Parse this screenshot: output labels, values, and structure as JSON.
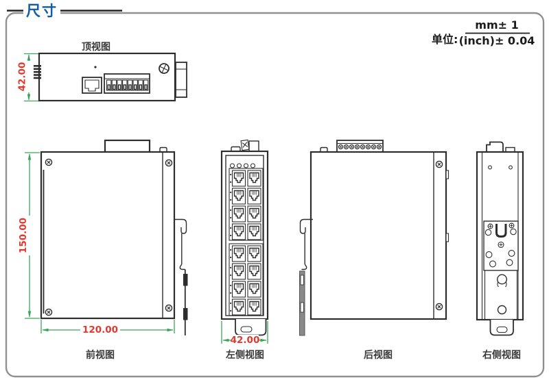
{
  "header": {
    "title": "尺寸"
  },
  "units": {
    "label": "单位:",
    "numerator": "mm± 1",
    "denominator": "(inch)± 0.04"
  },
  "views": {
    "top": {
      "label": "顶视图",
      "dim_height": "42.00"
    },
    "front": {
      "label": "前视图",
      "dim_height": "150.00",
      "dim_width": "120.00"
    },
    "left": {
      "label": "左侧视图",
      "dim_width": "42.00"
    },
    "rear": {
      "label": "后视图"
    },
    "right": {
      "label": "右侧视图"
    }
  },
  "colors": {
    "accent_blue": "#0f5ca8",
    "dimension_red": "#e0392e",
    "dimension_green": "#3aa35a",
    "line_dark": "#2d2d2d",
    "border_gray": "#909090"
  }
}
